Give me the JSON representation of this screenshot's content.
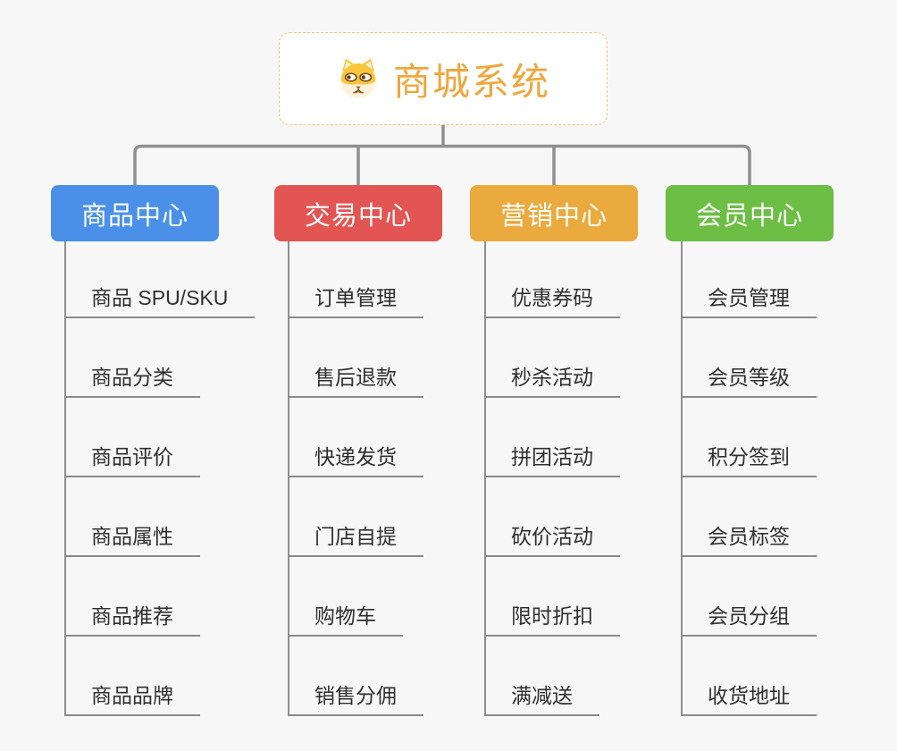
{
  "page": {
    "background": "#f7f7f7",
    "connector_color": "#8f8f8f"
  },
  "root": {
    "label": "商城系统",
    "color": "#f0a63c",
    "border_color": "#f3c179",
    "icon": "dog-face-icon"
  },
  "branches": [
    {
      "label": "商品中心",
      "color": "#4a90e8",
      "items": [
        "商品 SPU/SKU",
        "商品分类",
        "商品评价",
        "商品属性",
        "商品推荐",
        "商品品牌"
      ]
    },
    {
      "label": "交易中心",
      "color": "#e25552",
      "items": [
        "订单管理",
        "售后退款",
        "快递发货",
        "门店自提",
        "购物车",
        "销售分佣"
      ]
    },
    {
      "label": "营销中心",
      "color": "#ebaa3d",
      "items": [
        "优惠券码",
        "秒杀活动",
        "拼团活动",
        "砍价活动",
        "限时折扣",
        "满减送"
      ]
    },
    {
      "label": "会员中心",
      "color": "#6dbe45",
      "items": [
        "会员管理",
        "会员等级",
        "积分签到",
        "会员标签",
        "会员分组",
        "收货地址"
      ]
    }
  ]
}
